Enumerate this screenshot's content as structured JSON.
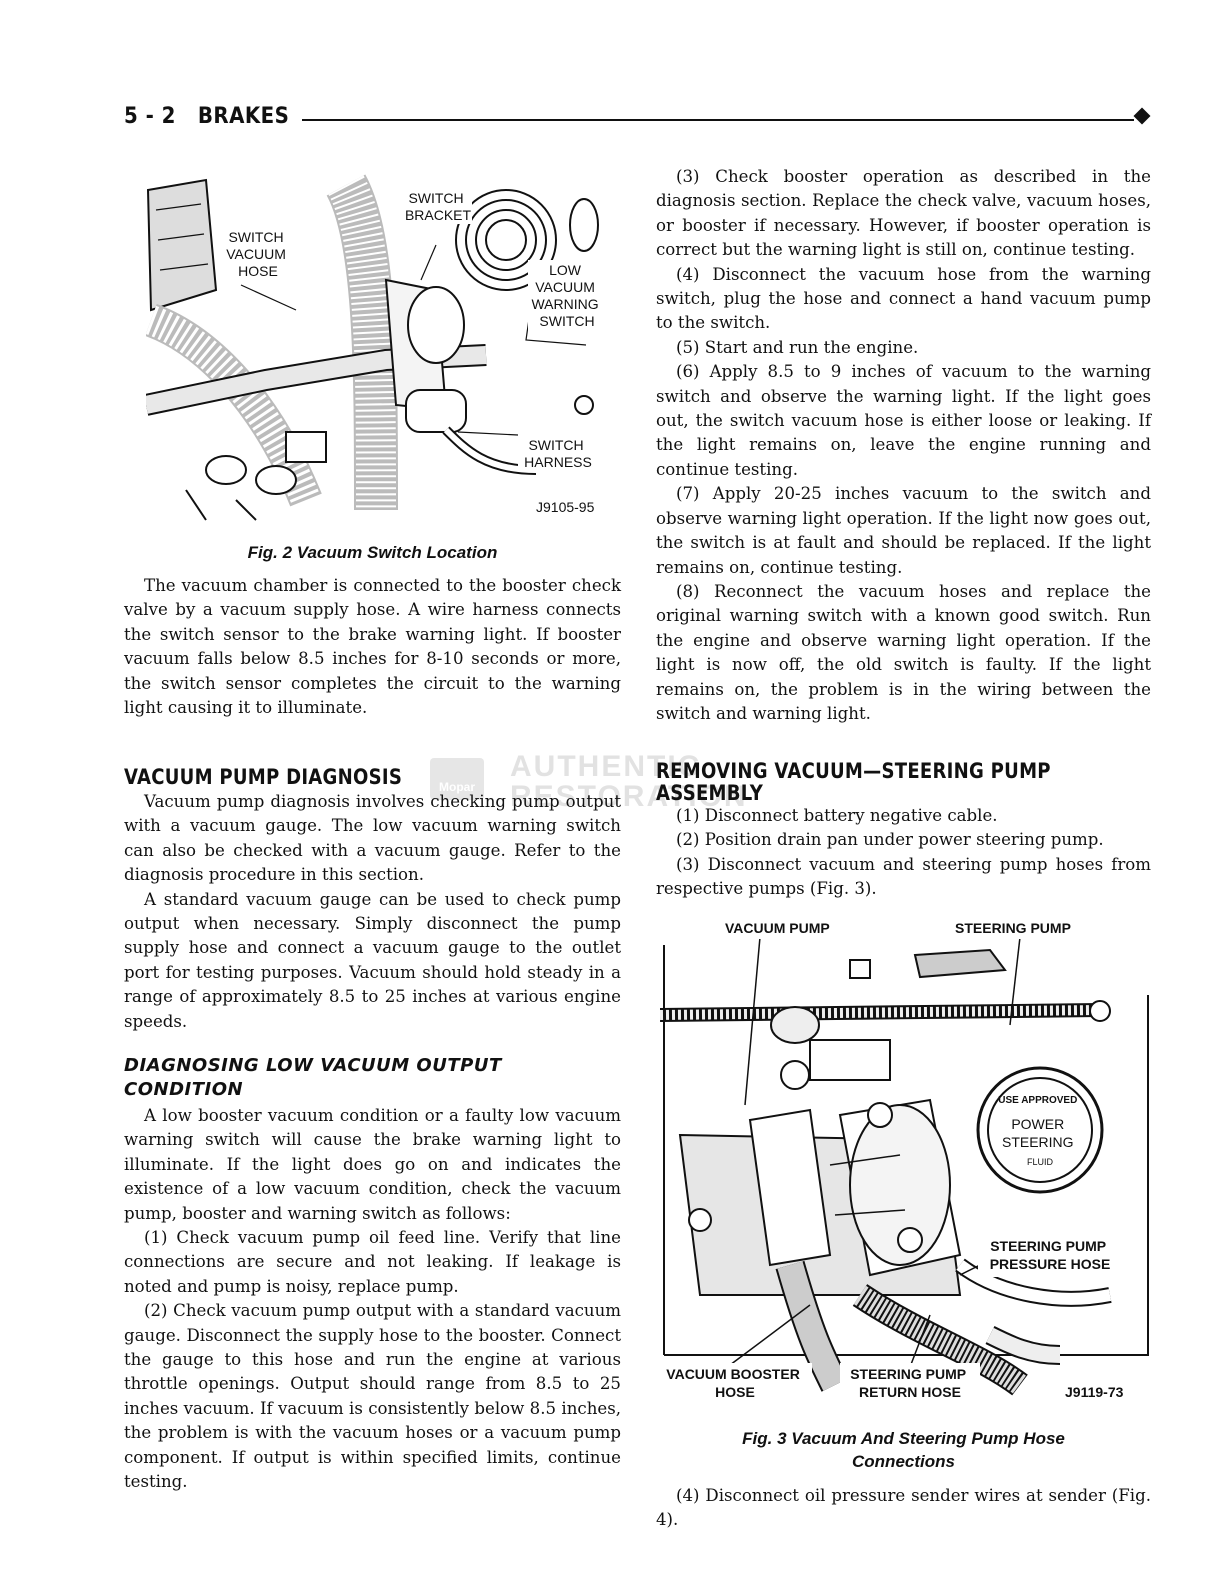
{
  "header": {
    "page_num": "5 - 2",
    "section": "BRAKES"
  },
  "fig2": {
    "labels": {
      "switch_vacuum_hose": [
        "SWITCH",
        "VACUUM",
        "HOSE"
      ],
      "switch_bracket": [
        "SWITCH",
        "BRACKET"
      ],
      "low_vacuum_warning_switch": [
        "LOW",
        "VACUUM",
        "WARNING",
        "SWITCH"
      ],
      "switch_harness": [
        "SWITCH",
        "HARNESS"
      ],
      "code": "J9105-95"
    },
    "caption": "Fig. 2 Vacuum Switch Location"
  },
  "left": {
    "p1": "The vacuum chamber is connected to the booster check valve by a vacuum supply hose. A wire harness connects the switch sensor to the brake warning light. If booster vacuum falls below 8.5 inches for 8-10 seconds or more, the switch sensor completes the circuit to the warning light causing it to illuminate.",
    "h_vacuum_pump_diag": "VACUUM PUMP DIAGNOSIS",
    "p2": "Vacuum pump diagnosis involves checking pump output with a vacuum gauge. The low vacuum warning switch can also be checked with a vacuum gauge. Refer to the diagnosis procedure in this section.",
    "p3": "A standard vacuum gauge can be used to check pump output when necessary. Simply disconnect the pump supply hose and connect a vacuum gauge to the outlet port for testing purposes. Vacuum should hold steady in a range of approximately 8.5 to 25 inches at various engine speeds.",
    "h_diag_low": "DIAGNOSING LOW VACUUM OUTPUT CONDITION",
    "p4": "A low booster vacuum condition or a faulty low vacuum warning switch will cause the brake warning light to illuminate. If the light does go on and indicates the existence of a low vacuum condition, check the vacuum pump, booster and warning switch as follows:",
    "p5": "(1) Check vacuum pump oil feed line. Verify that line connections are secure and not leaking. If leakage is noted and pump is noisy, replace pump.",
    "p6": "(2) Check vacuum pump output with a standard vacuum gauge. Disconnect the supply hose to the booster. Connect the gauge to this hose and run the engine at various throttle openings. Output should range from 8.5 to 25 inches vacuum. If vacuum is consistently below 8.5 inches, the problem is with the vacuum hoses or a vacuum pump component. If output is within specified limits, continue testing."
  },
  "right": {
    "p1": "(3) Check booster operation as described in the diagnosis section. Replace the check valve, vacuum hoses, or booster if necessary. However, if booster operation is correct but the warning light is still on, continue testing.",
    "p2": "(4) Disconnect the vacuum hose from the warning switch, plug the hose and connect a hand vacuum pump to the switch.",
    "p3": "(5) Start and run the engine.",
    "p4": "(6) Apply 8.5 to 9 inches of vacuum to the warning switch and observe the warning light. If the light goes out, the switch vacuum hose is either loose or leaking. If the light remains on, leave the engine running and continue testing.",
    "p5": "(7) Apply 20-25 inches vacuum to the switch and observe warning light operation. If the light now goes out, the switch is at fault and should be replaced. If the light remains on, continue testing.",
    "p6": "(8) Reconnect the vacuum hoses and replace the original warning switch with a known good switch. Run the engine and observe warning light operation. If the light is now off, the old switch is faulty. If the light remains on, the problem is in the wiring between the switch and warning light.",
    "h_removing": [
      "REMOVING VACUUM—STEERING PUMP",
      "ASSEMBLY"
    ],
    "s1": "(1) Disconnect battery negative cable.",
    "s2": "(2) Position drain pan under power steering pump.",
    "s3": "(3) Disconnect vacuum and steering pump hoses from respective pumps (Fig. 3).",
    "s4": "(4) Disconnect oil pressure sender wires at sender (Fig. 4)."
  },
  "fig3": {
    "labels": {
      "vacuum_pump": "VACUUM PUMP",
      "steering_pump": "STEERING PUMP",
      "cap": [
        "USE APPROVED",
        "POWER",
        "STEERING",
        "FLUID"
      ],
      "steering_pressure_hose": [
        "STEERING PUMP",
        "PRESSURE HOSE"
      ],
      "vacuum_booster_hose": [
        "VACUUM BOOSTER",
        "HOSE"
      ],
      "steering_return_hose": [
        "STEERING PUMP",
        "RETURN HOSE"
      ],
      "code": "J9119-73"
    },
    "caption": [
      "Fig. 3 Vacuum And Steering Pump Hose",
      "Connections"
    ]
  },
  "watermark": {
    "logo": "Mopar",
    "text": [
      "AUTHENTIC",
      "RESTORATION"
    ]
  }
}
